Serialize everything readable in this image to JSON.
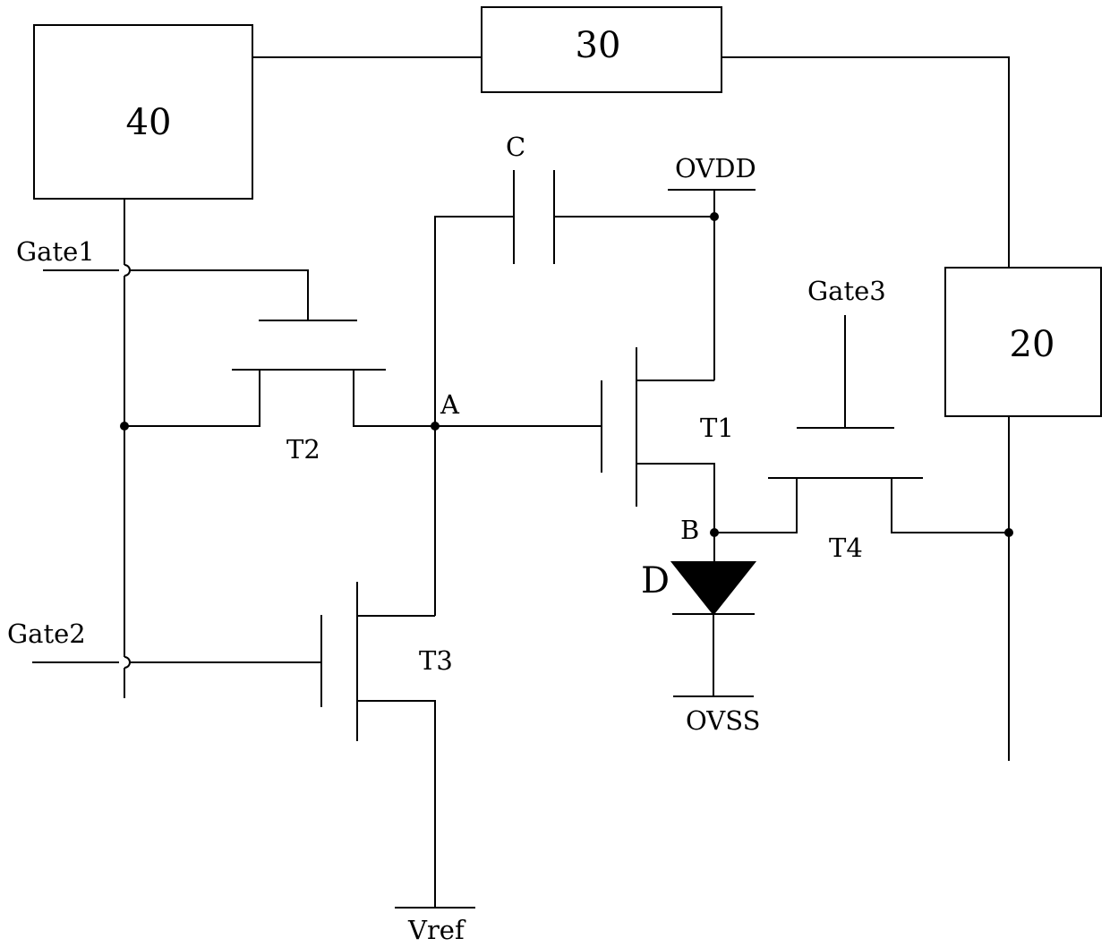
{
  "blocks": {
    "block_40": "40",
    "block_30": "30",
    "block_20": "20"
  },
  "components": {
    "capacitor": "C",
    "t1": "T1",
    "t2": "T2",
    "t3": "T3",
    "t4": "T4",
    "diode": "D"
  },
  "nodes": {
    "a": "A",
    "b": "B"
  },
  "signals": {
    "gate1": "Gate1",
    "gate2": "Gate2",
    "gate3": "Gate3",
    "ovdd": "OVDD",
    "ovss": "OVSS",
    "vref": "Vref"
  }
}
